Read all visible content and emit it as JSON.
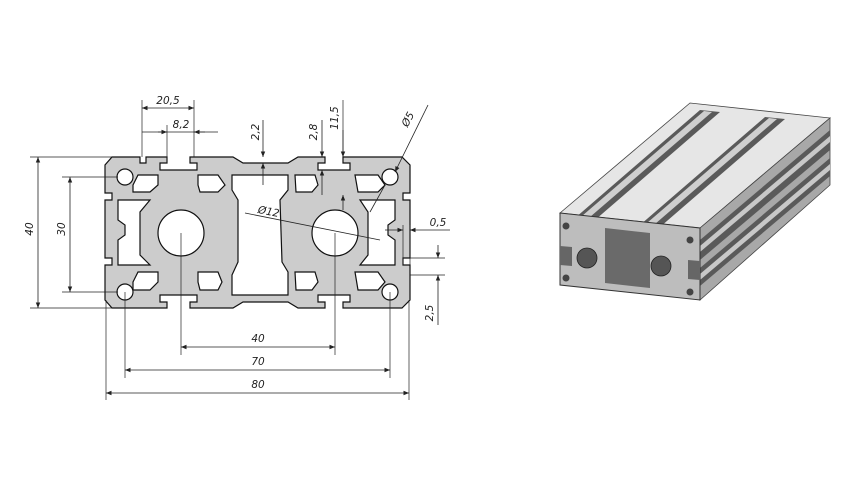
{
  "colors": {
    "profile_fill": "#cccccc",
    "profile_stroke": "#111111",
    "dimension": "#222222",
    "iso_top": "#e6e6e6",
    "iso_side": "#9c9c9c",
    "iso_dark": "#5a5a5a",
    "iso_front": "#bdbdbd"
  },
  "dimensions": {
    "slot_width": "20,5",
    "slot_opening": "8,2",
    "wall_top": "2,2",
    "wall_2": "2,8",
    "depth": "11,5",
    "corner_hole": "Ø5",
    "center_hole": "Ø12",
    "gap": "0,5",
    "side_wall": "2,5",
    "height_total": "40",
    "height_inner": "30",
    "center_distance": "40",
    "hole_distance": "70",
    "width_total": "80"
  }
}
